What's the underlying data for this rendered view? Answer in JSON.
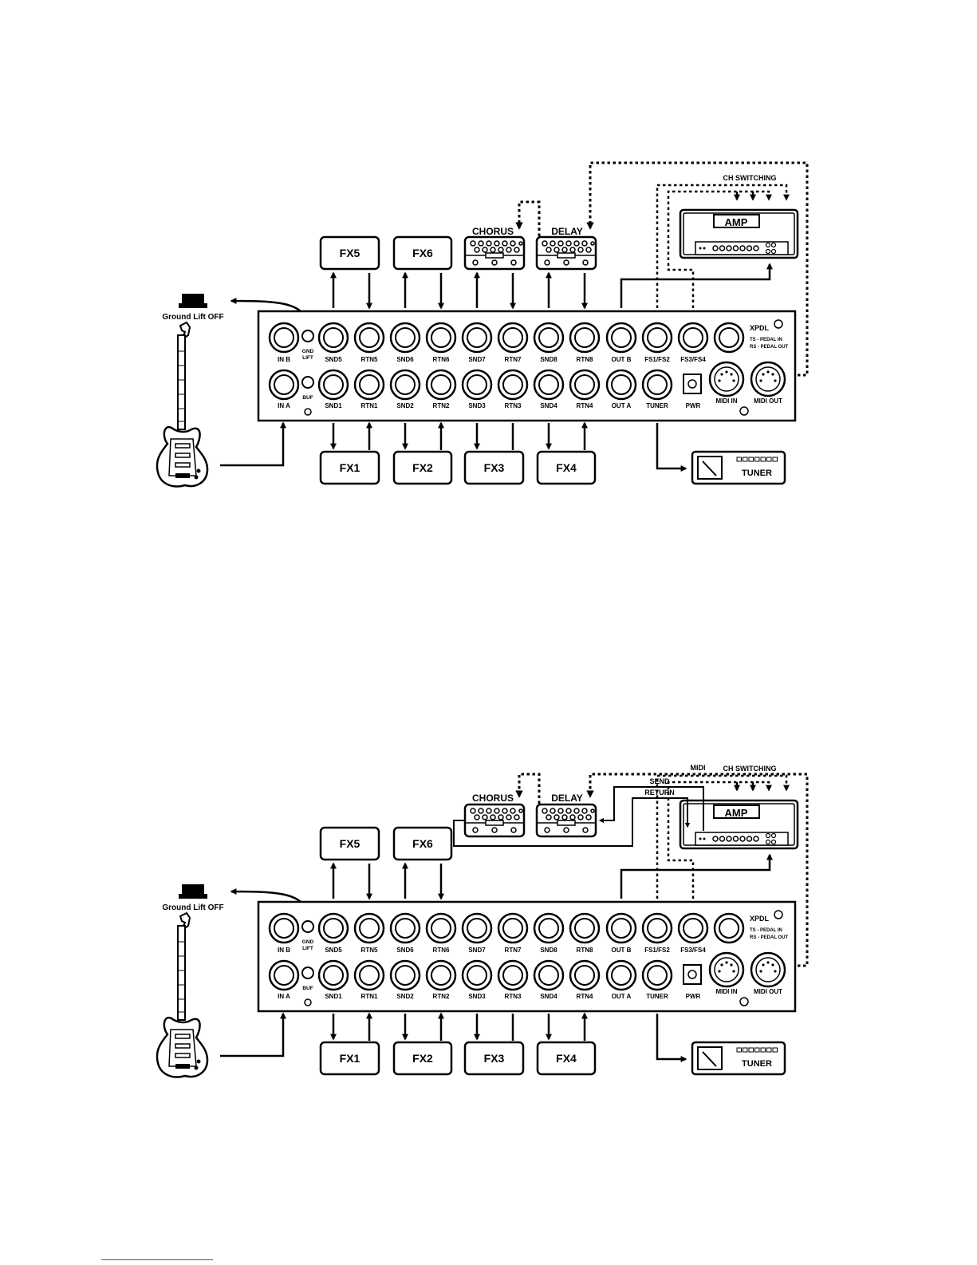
{
  "colors": {
    "ink": "#000000",
    "paper": "#ffffff",
    "footer_rule": "#3b4ec8"
  },
  "common": {
    "ground_lift": "Ground Lift OFF",
    "brand": "XPDL",
    "note_ts": "TS - PEDAL  IN",
    "note_rs": "RS - PEDAL OUT",
    "gnd_top": "GND",
    "gnd_bottom": "LIFT",
    "buf": "BUF",
    "amp": "AMP",
    "tuner": "TUNER",
    "chorus": "CHORUS",
    "delay": "DELAY",
    "ch_switching": "CH SWITCHING",
    "top_row_labels": [
      "IN B",
      "SND5",
      "RTN5",
      "SND6",
      "RTN6",
      "SND7",
      "RTN7",
      "SND8",
      "RTN8",
      "OUT B",
      "FS1/FS2",
      "FS3/FS4"
    ],
    "bottom_row_labels": [
      "IN A",
      "SND1",
      "RTN1",
      "SND2",
      "RTN2",
      "SND3",
      "RTN3",
      "SND4",
      "RTN4",
      "OUT A",
      "TUNER",
      "PWR"
    ],
    "midi_in": "MIDI IN",
    "midi_out": "MIDI OUT",
    "top_fx": [
      "FX5",
      "FX6"
    ],
    "bottom_fx": [
      "FX1",
      "FX2",
      "FX3",
      "FX4"
    ]
  },
  "diagram2": {
    "midi": "MIDI",
    "send": "SEND",
    "return": "RETURN"
  }
}
